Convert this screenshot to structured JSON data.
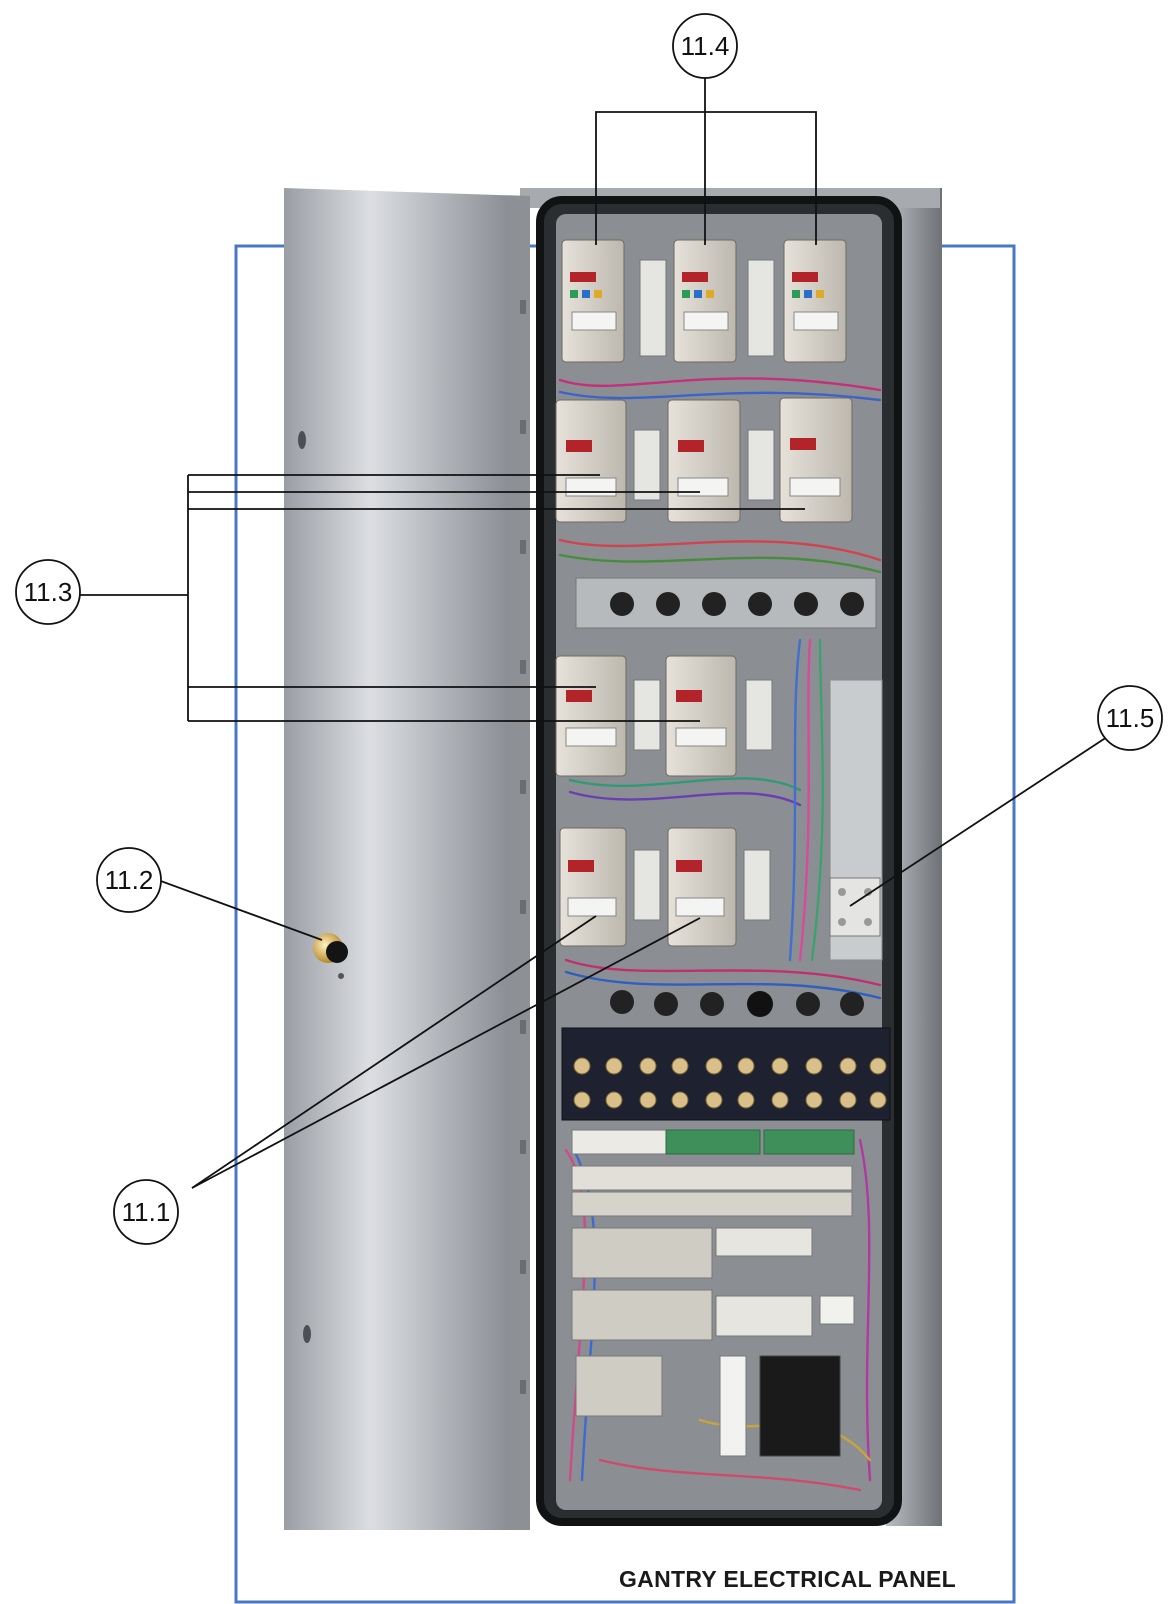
{
  "title": "GANTRY ELECTRICAL PANEL",
  "colors": {
    "frame_border": "#4a77c4",
    "steel_light": "#d8dade",
    "steel_dark": "#8c9096",
    "cabinet_interior": "#2a2d30",
    "drive_body": "#d9d5cc",
    "leader_line": "#111111"
  },
  "callouts": [
    {
      "id": "11.1",
      "label": "11.1"
    },
    {
      "id": "11.2",
      "label": "11.2"
    },
    {
      "id": "11.3",
      "label": "11.3"
    },
    {
      "id": "11.4",
      "label": "11.4"
    },
    {
      "id": "11.5",
      "label": "11.5"
    }
  ]
}
